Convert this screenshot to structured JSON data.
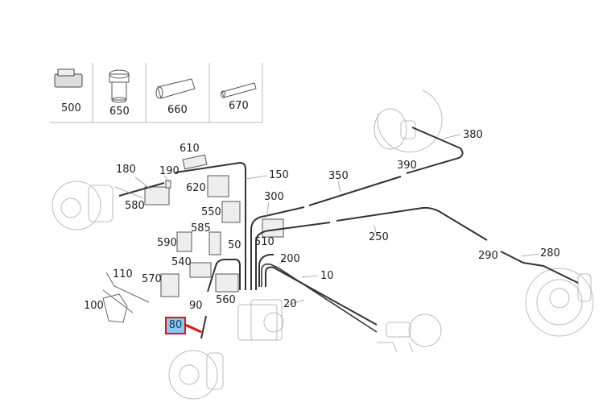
{
  "diagram": {
    "title_hint": "Brake line / hydraulic parts exploded view",
    "highlight_color": "#e11111",
    "highlight_fill": "#89c9ec",
    "selected_part": "80",
    "kit_parts": [
      {
        "number": "500",
        "icon": "valve-block-icon"
      },
      {
        "number": "650",
        "icon": "bushing-icon"
      },
      {
        "number": "660",
        "icon": "hex-sleeve-icon"
      },
      {
        "number": "670",
        "icon": "tube-icon"
      }
    ],
    "callouts": {
      "c610": "610",
      "c180": "180",
      "c190": "190",
      "c150": "150",
      "c620": "620",
      "c580": "580",
      "c550": "550",
      "c300": "300",
      "c350": "350",
      "c380": "380",
      "c390": "390",
      "c585": "585",
      "c590": "590",
      "c50": "50",
      "c510": "510",
      "c250": "250",
      "c200": "200",
      "c540": "540",
      "c110": "110",
      "c570": "570",
      "c10": "10",
      "c290": "290",
      "c280": "280",
      "c100": "100",
      "c90": "90",
      "c560": "560",
      "c20": "20",
      "c80": "80"
    }
  }
}
